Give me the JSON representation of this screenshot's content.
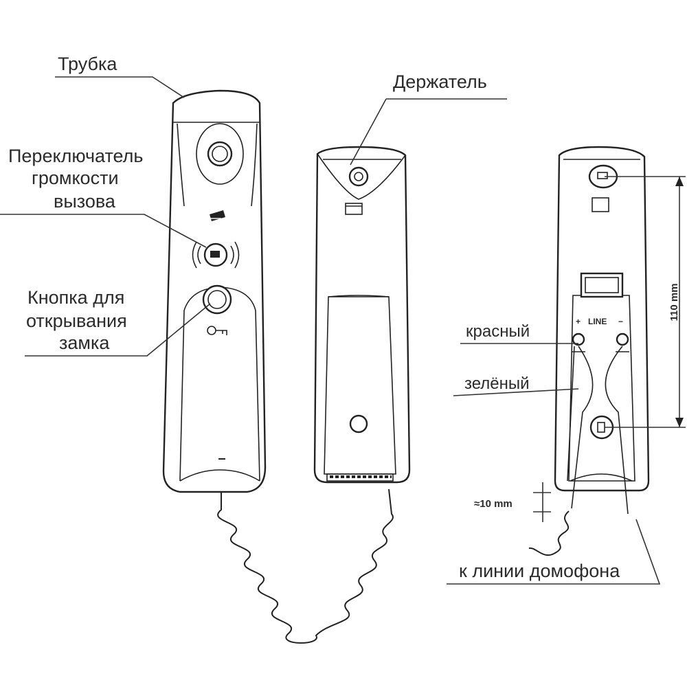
{
  "labels": {
    "handset": "Трубка",
    "holder": "Держатель",
    "volume_switch_line1": "Переключатель",
    "volume_switch_line2": "громкости",
    "volume_switch_line3": "вызова",
    "door_button_line1": "Кнопка для",
    "door_button_line2": "открывания",
    "door_button_line3": "замка",
    "red_wire": "красный",
    "green_wire": "зелёный",
    "intercom_line": "к линии домофона"
  },
  "dimensions": {
    "height": "110 mm",
    "cable_gap": "≈10 mm"
  },
  "terminal": {
    "line_label": "LINE",
    "plus": "+",
    "minus": "−"
  }
}
